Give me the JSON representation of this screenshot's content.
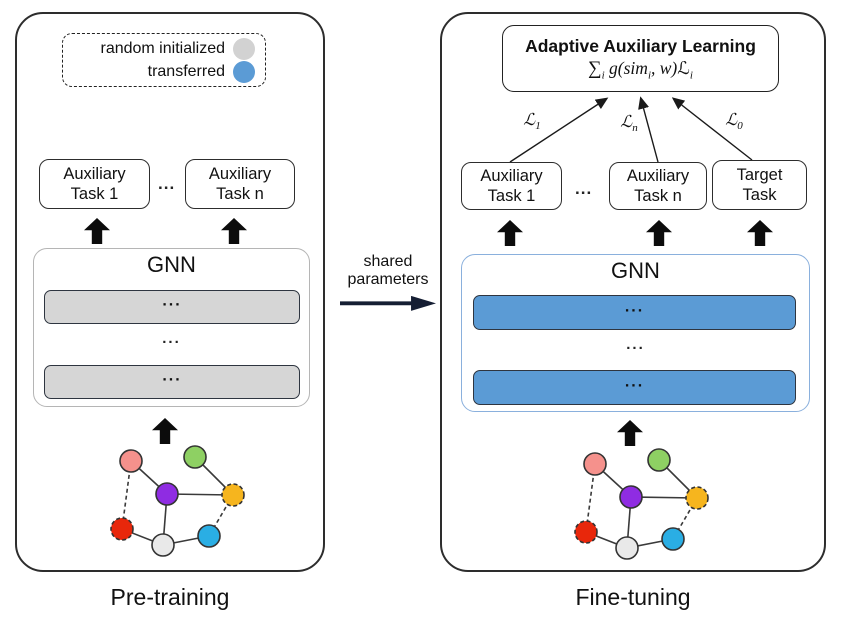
{
  "panels": {
    "pretraining": {
      "caption": "Pre-training",
      "legend": [
        {
          "label": "random initialized",
          "color": "#d2d2d2"
        },
        {
          "label": "transferred",
          "color": "#5b9bd5"
        }
      ],
      "tasks": [
        {
          "line1": "Auxiliary",
          "line2": "Task 1"
        },
        {
          "line1": "Auxiliary",
          "line2": "Task n"
        }
      ],
      "tasks_ellipsis": "...",
      "gnn": {
        "title": "GNN",
        "bar_dots": "...",
        "mid_dots": "...",
        "bar_color": "#d6d6d6",
        "border_color": "#b5b5b5"
      }
    },
    "finetuning": {
      "caption": "Fine-tuning",
      "adaptive": {
        "title": "Adaptive Auxiliary Learning",
        "formula": {
          "sum": "∑",
          "sum_sub": "i",
          "fn": " g(sim",
          "fn_sub": "i",
          "fn_close": ", w)",
          "loss": "ℒ",
          "loss_sub": "i"
        }
      },
      "loss_labels": [
        {
          "sym": "ℒ",
          "sub": "1"
        },
        {
          "sym": "ℒ",
          "sub": "n"
        },
        {
          "sym": "ℒ",
          "sub": "0"
        }
      ],
      "tasks": [
        {
          "line1": "Auxiliary",
          "line2": "Task 1"
        },
        {
          "line1": "Auxiliary",
          "line2": "Task n"
        },
        {
          "line1": "Target",
          "line2": "Task"
        }
      ],
      "tasks_ellipsis": "...",
      "gnn": {
        "title": "GNN",
        "bar_dots": "...",
        "mid_dots": "...",
        "bar_color": "#5b9bd5",
        "border_color": "#8ab0dd"
      }
    }
  },
  "transfer": {
    "line1": "shared",
    "line2": "parameters",
    "arrow_color": "#151e33"
  },
  "graph": {
    "node_colors": {
      "pink": "#f5918c",
      "green": "#8ed063",
      "purple": "#8f2ce2",
      "gold": "#f6b51e",
      "red": "#e8270b",
      "gray": "#e9e9e9",
      "cyan": "#2aaee4"
    },
    "edge_color": "#3a3a3a"
  }
}
